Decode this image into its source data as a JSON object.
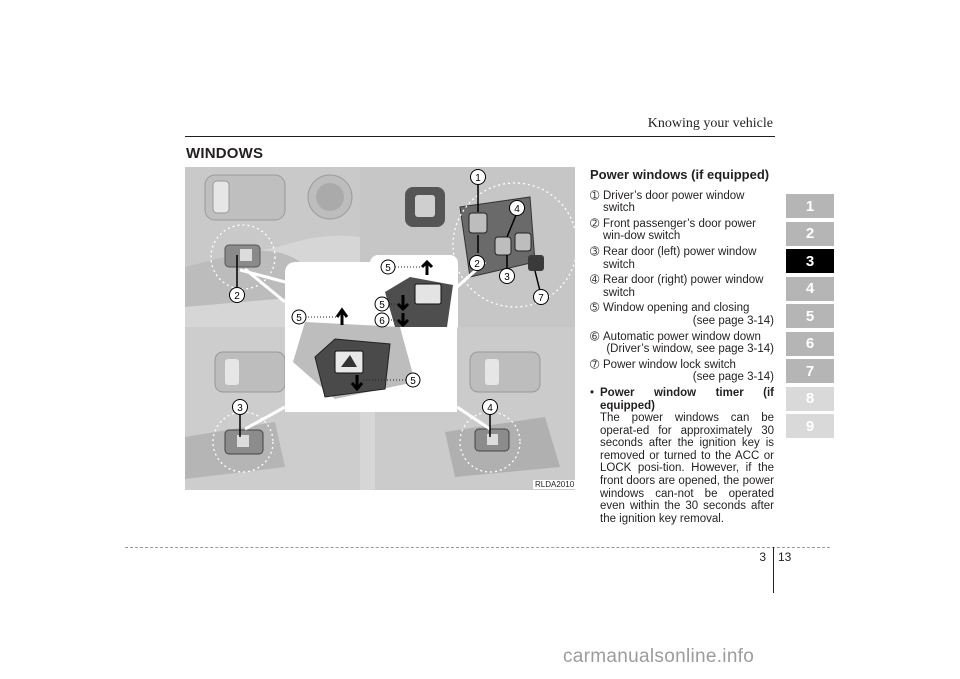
{
  "header": {
    "title": "Knowing your vehicle"
  },
  "section": {
    "title": "WINDOWS"
  },
  "figure": {
    "code": "RLDA2010",
    "callouts": [
      "1",
      "2",
      "3",
      "4",
      "5",
      "6",
      "7"
    ]
  },
  "content": {
    "heading": "Power windows (if equipped)",
    "items": [
      {
        "num": "➀",
        "text": "Driver’s door power window switch",
        "ref": ""
      },
      {
        "num": "➁",
        "text": "Front passenger’s door power win-dow switch",
        "ref": ""
      },
      {
        "num": "➂",
        "text": "Rear door (left) power window switch",
        "ref": ""
      },
      {
        "num": "➃",
        "text": "Rear door (right) power window switch",
        "ref": ""
      },
      {
        "num": "➄",
        "text": "Window opening and closing",
        "ref": "(see page 3-14)"
      },
      {
        "num": "➅",
        "text": "Automatic power window down",
        "ref": "(Driver’s window, see page 3-14)"
      },
      {
        "num": "➆",
        "text": "Power window lock switch",
        "ref": "(see page 3-14)"
      }
    ],
    "bullet": {
      "title": "Power window timer (if equipped)",
      "text": "The power windows can be operat-ed for approximately 30 seconds after the ignition key is removed or turned to the ACC or LOCK posi-tion. However, if the front doors are opened, the power windows can-not be operated even within the 30 seconds after the ignition key removal."
    }
  },
  "chapter_tabs": {
    "items": [
      "1",
      "2",
      "3",
      "4",
      "5",
      "6",
      "7",
      "8",
      "9"
    ],
    "active": "3",
    "colors": {
      "active": "#000000",
      "normal": "#b5b5b5",
      "faded": "#d9d9d9"
    }
  },
  "footer": {
    "section": "3",
    "page": "13"
  },
  "watermark": "carmanualsonline.info"
}
